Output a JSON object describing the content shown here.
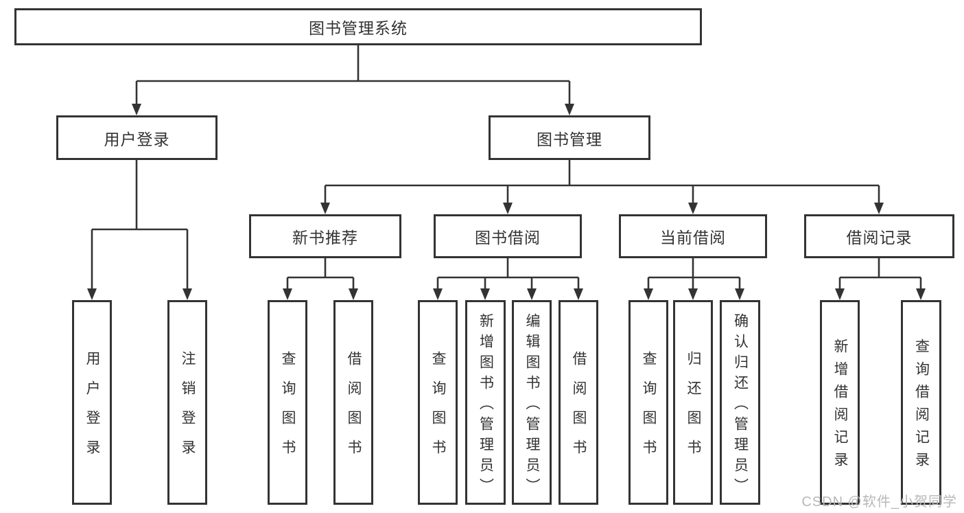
{
  "tree": {
    "label": "图书管理系统",
    "children": [
      {
        "label": "用户登录",
        "children": [
          {
            "label": "用户登录"
          },
          {
            "label": "注销登录"
          }
        ]
      },
      {
        "label": "图书管理",
        "children": [
          {
            "label": "新书推荐",
            "children": [
              {
                "label": "查询图书"
              },
              {
                "label": "借阅图书"
              }
            ]
          },
          {
            "label": "图书借阅",
            "children": [
              {
                "label": "查询图书"
              },
              {
                "label": "新增图书（管理员）"
              },
              {
                "label": "编辑图书（管理员）"
              },
              {
                "label": "借阅图书"
              }
            ]
          },
          {
            "label": "当前借阅",
            "children": [
              {
                "label": "查询图书"
              },
              {
                "label": "归还图书"
              },
              {
                "label": "确认归还（管理员）"
              }
            ]
          },
          {
            "label": "借阅记录",
            "children": [
              {
                "label": "新增借阅记录"
              },
              {
                "label": "查询借阅记录"
              }
            ]
          }
        ]
      }
    ]
  },
  "watermark": "CSDN @软件_小贺同学",
  "colors": {
    "line": "#333333",
    "text": "#333333",
    "watermark": "#b8b8b8",
    "background": "#ffffff"
  }
}
